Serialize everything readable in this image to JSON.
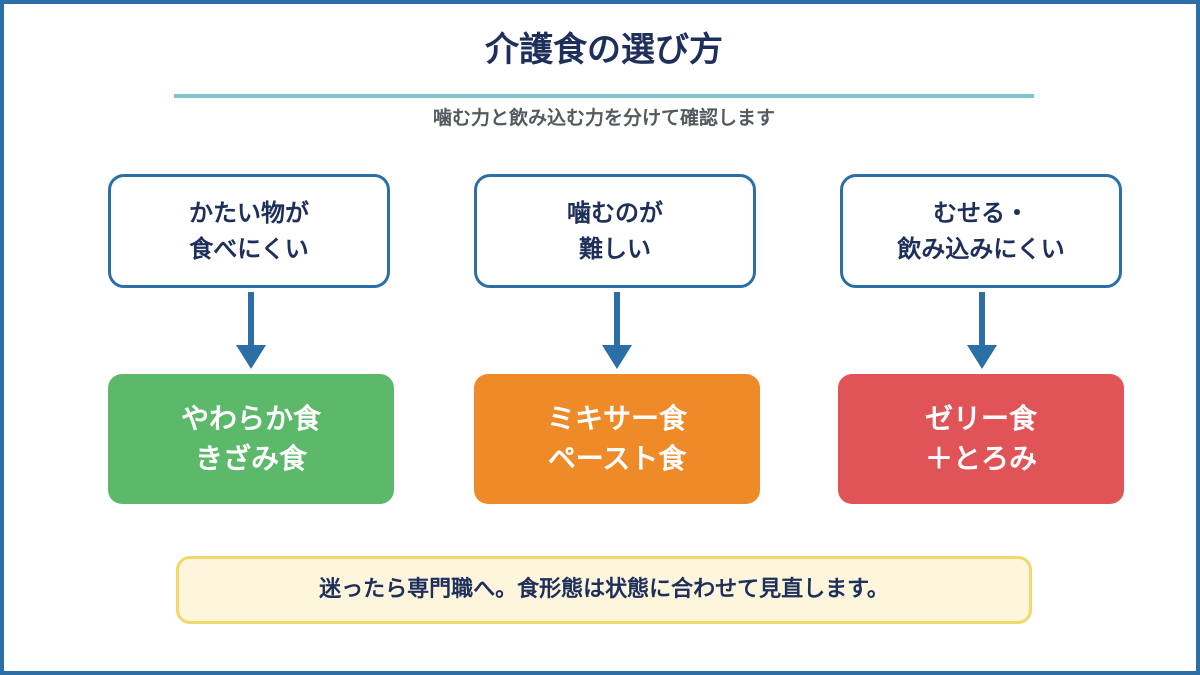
{
  "title": "介護食の選び方",
  "subtitle": "噛む力と飲み込む力を分けて確認します",
  "columns": [
    {
      "condition": "かたい物が\n食べにくい",
      "diet": "やわらか食\nきざみ食",
      "color": "#5cb96a"
    },
    {
      "condition": "噛むのが\n難しい",
      "diet": "ミキサー食\nペースト食",
      "color": "#ef8a28"
    },
    {
      "condition": "むせる・\n飲み込みにくい",
      "diet": "ゼリー食\n＋とろみ",
      "color": "#e05457"
    }
  ],
  "note": "迷ったら専門職へ。食形態は状態に合わせて見直します。",
  "colors": {
    "border": "#2c6fa6",
    "title_text": "#1e2f5c",
    "rule": "#7ec6cf",
    "note_border": "#f2d86a",
    "note_bg": "#fdf6dc"
  }
}
